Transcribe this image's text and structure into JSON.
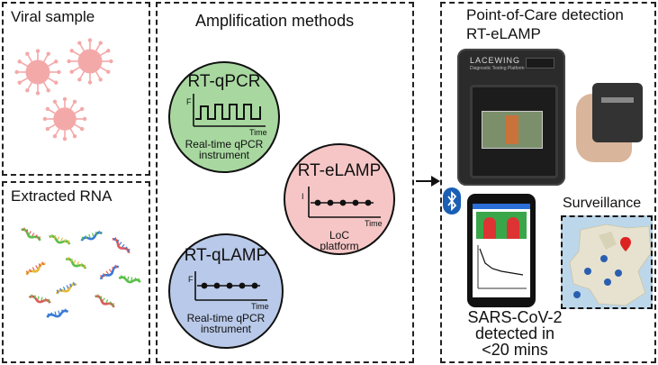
{
  "panels": {
    "viral_sample": {
      "title": "Viral sample"
    },
    "extracted_rna": {
      "title": "Extracted RNA"
    },
    "amplification": {
      "title": "Amplification methods"
    },
    "poc": {
      "title": "Point-of-Care detection",
      "subtitle": "RT-eLAMP"
    }
  },
  "methods": {
    "qpcr": {
      "name": "RT-qPCR",
      "axis_y": "F",
      "axis_x": "Time",
      "caption_line1": "Real-time qPCR",
      "caption_line2": "instrument",
      "color": "#a8d8a0"
    },
    "elamp": {
      "name": "RT-eLAMP",
      "axis_y": "I",
      "axis_x": "Time",
      "caption_line1": "LoC",
      "caption_line2": "platform",
      "color": "#f6c6c6"
    },
    "qlamp": {
      "name": "RT-qLAMP",
      "axis_y": "F",
      "axis_x": "Time",
      "caption_line1": "Real-time qPCR",
      "caption_line2": "instrument",
      "color": "#b9c9e9"
    }
  },
  "device": {
    "brand": "LACEWING",
    "brand_sub": "Diagnostic Testing Platform"
  },
  "surveillance": {
    "title": "Surveillance"
  },
  "result": {
    "line1": "SARS-CoV-2",
    "line2": "detected in",
    "line3": "<20 mins"
  },
  "colors": {
    "virus": "#f4a9a9",
    "bluetooth": "#1a5fb4",
    "map_sea": "#bcd7ea",
    "map_land": "#e6e2cf"
  }
}
